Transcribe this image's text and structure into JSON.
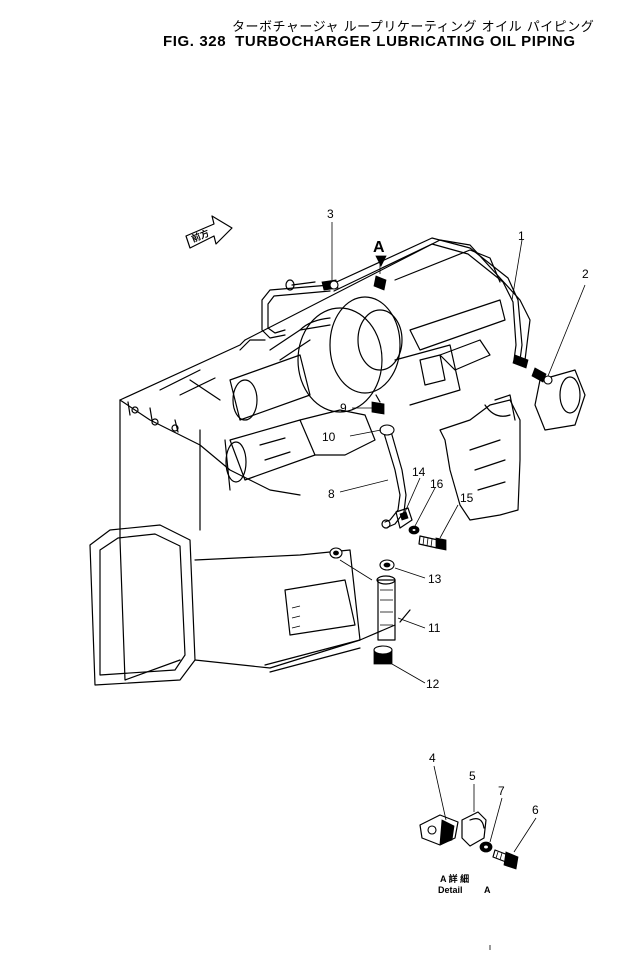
{
  "figure": {
    "title_japanese": "ターボチャージャ ループリケーティング オイル パイピング",
    "fig_number": "FIG. 328",
    "title_english": "TURBOCHARGER LUBRICATING OIL PIPING"
  },
  "view_marker": "A",
  "direction_arrow_text": "前方",
  "detail_caption": {
    "japanese": "A 詳 細",
    "line1": "Detail",
    "line2": "A"
  },
  "callouts": [
    {
      "id": "c1",
      "label": "1"
    },
    {
      "id": "c2",
      "label": "2"
    },
    {
      "id": "c3",
      "label": "3"
    },
    {
      "id": "c4",
      "label": "4"
    },
    {
      "id": "c5",
      "label": "5"
    },
    {
      "id": "c6",
      "label": "6"
    },
    {
      "id": "c7",
      "label": "7"
    },
    {
      "id": "c8",
      "label": "8"
    },
    {
      "id": "c9",
      "label": "9"
    },
    {
      "id": "c10",
      "label": "10"
    },
    {
      "id": "c11",
      "label": "11"
    },
    {
      "id": "c12",
      "label": "12"
    },
    {
      "id": "c13",
      "label": "13"
    },
    {
      "id": "c14",
      "label": "14"
    },
    {
      "id": "c15",
      "label": "15"
    },
    {
      "id": "c16",
      "label": "16"
    }
  ]
}
